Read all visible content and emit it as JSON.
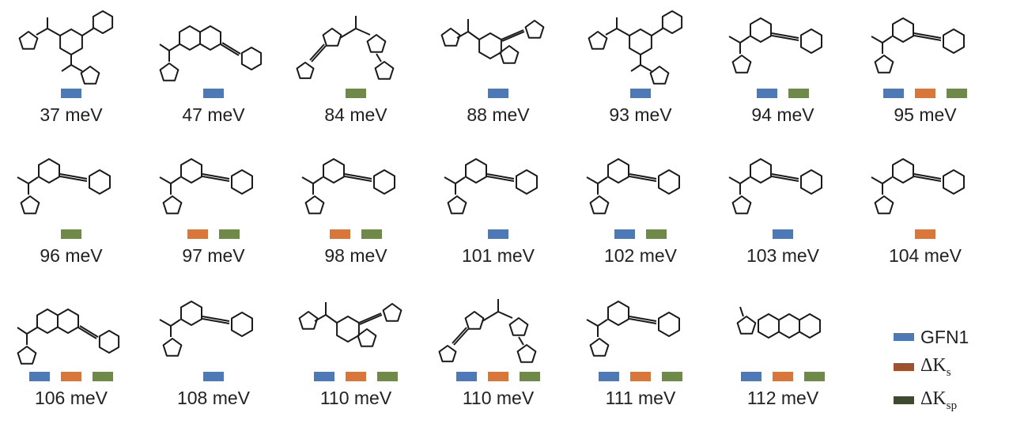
{
  "colors": {
    "GFN1": "#4E79B7",
    "dKs": "#D9773A",
    "dKsp": "#6F8A48",
    "text": "#222222",
    "bond": "#1a1a1a"
  },
  "legend": {
    "gfn1_label": "GFN1",
    "dks_symbol": "ΔK",
    "dks_sub": "s",
    "dksp_symbol": "ΔK",
    "dksp_sub": "sp"
  },
  "molecules": [
    {
      "energy": "37 meV",
      "methods": [
        "GFN1"
      ],
      "shape": "star3"
    },
    {
      "energy": "47 meV",
      "methods": [
        "GFN1"
      ],
      "shape": "naph"
    },
    {
      "energy": "84 meV",
      "methods": [
        "dKsp"
      ],
      "shape": "chain"
    },
    {
      "energy": "88 meV",
      "methods": [
        "GFN1"
      ],
      "shape": "fused"
    },
    {
      "energy": "93 meV",
      "methods": [
        "GFN1"
      ],
      "shape": "star3"
    },
    {
      "energy": "94 meV",
      "methods": [
        "GFN1",
        "dKsp"
      ],
      "shape": "alk"
    },
    {
      "energy": "95 meV",
      "methods": [
        "GFN1",
        "dKs",
        "dKsp"
      ],
      "shape": "alk"
    },
    {
      "energy": "96 meV",
      "methods": [
        "dKsp"
      ],
      "shape": "alk"
    },
    {
      "energy": "97 meV",
      "methods": [
        "dKs",
        "dKsp"
      ],
      "shape": "alk"
    },
    {
      "energy": "98 meV",
      "methods": [
        "dKs",
        "dKsp"
      ],
      "shape": "alk"
    },
    {
      "energy": "101 meV",
      "methods": [
        "GFN1"
      ],
      "shape": "alk"
    },
    {
      "energy": "102 meV",
      "methods": [
        "GFN1",
        "dKsp"
      ],
      "shape": "alk"
    },
    {
      "energy": "103 meV",
      "methods": [
        "GFN1"
      ],
      "shape": "alk"
    },
    {
      "energy": "104 meV",
      "methods": [
        "dKs"
      ],
      "shape": "alk"
    },
    {
      "energy": "106 meV",
      "methods": [
        "GFN1",
        "dKs",
        "dKsp"
      ],
      "shape": "naph"
    },
    {
      "energy": "108 meV",
      "methods": [
        "GFN1"
      ],
      "shape": "alk"
    },
    {
      "energy": "110 meV",
      "methods": [
        "GFN1",
        "dKs",
        "dKsp"
      ],
      "shape": "fused"
    },
    {
      "energy": "110 meV",
      "methods": [
        "GFN1",
        "dKs",
        "dKsp"
      ],
      "shape": "chain"
    },
    {
      "energy": "111 meV",
      "methods": [
        "GFN1",
        "dKs",
        "dKsp"
      ],
      "shape": "alk"
    },
    {
      "energy": "112 meV",
      "methods": [
        "GFN1",
        "dKs",
        "dKsp"
      ],
      "shape": "acene"
    }
  ]
}
